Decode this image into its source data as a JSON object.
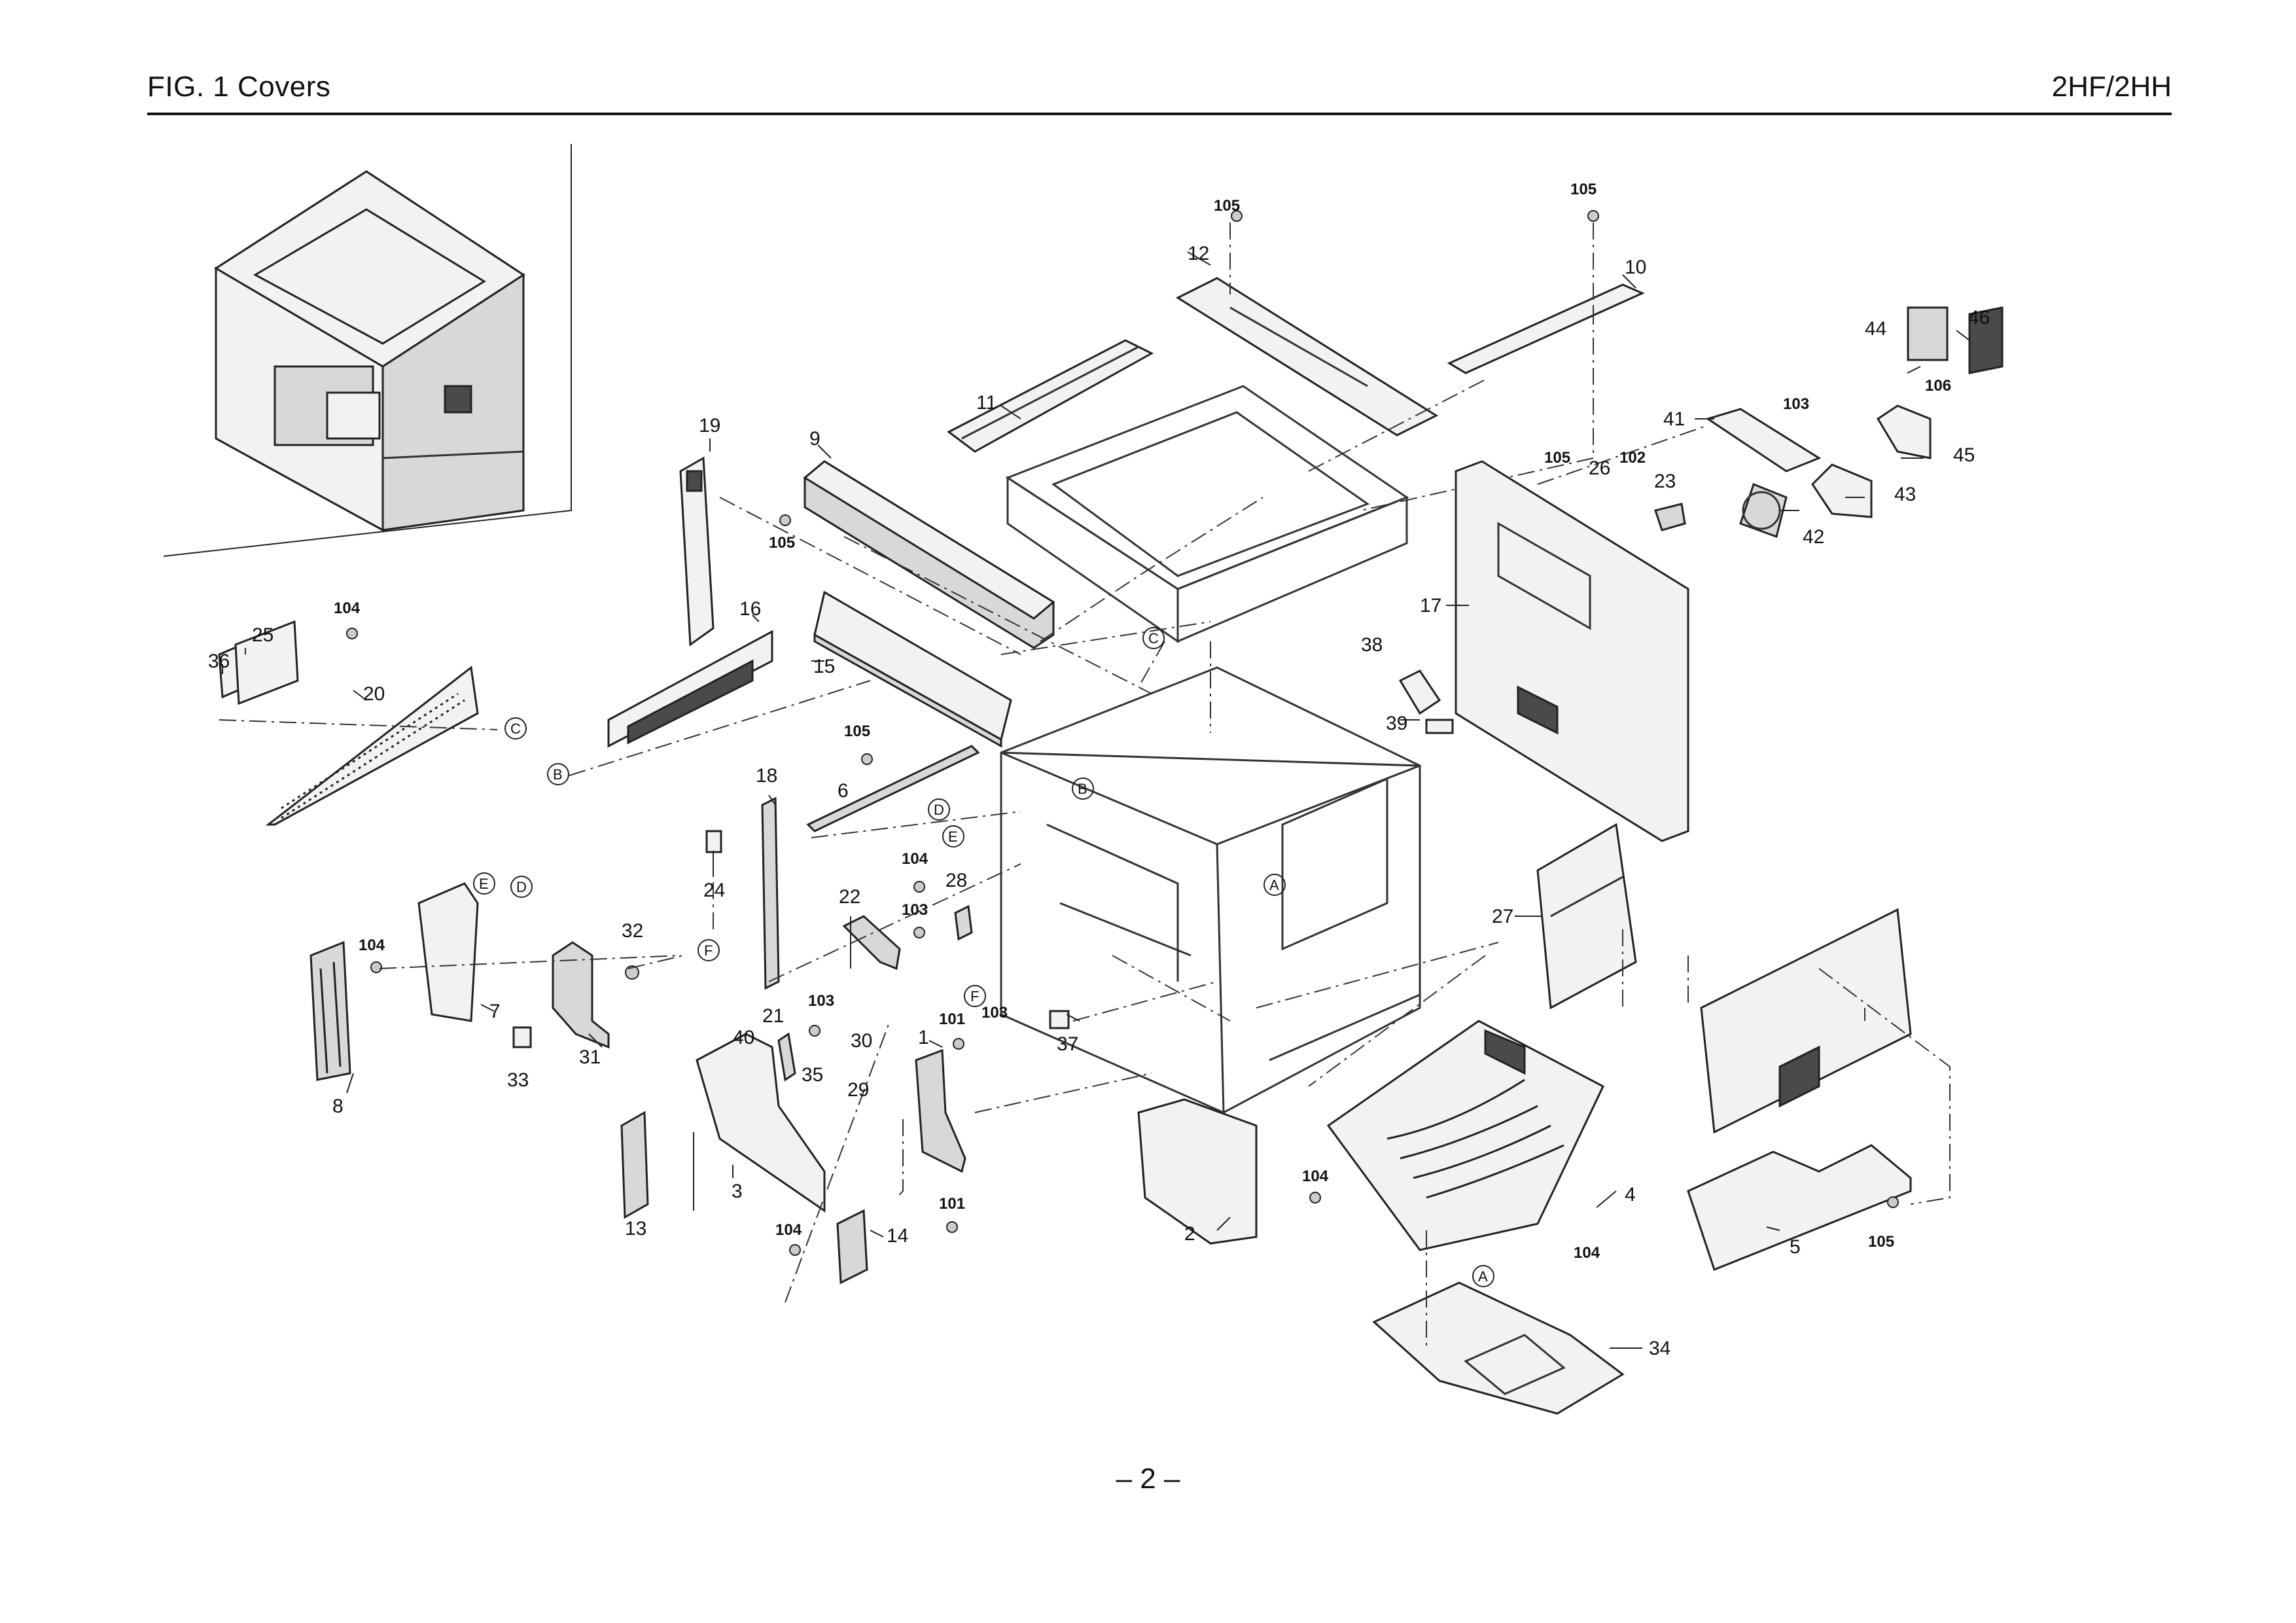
{
  "header": {
    "title": "FIG. 1  Covers",
    "model": "2HF/2HH"
  },
  "footer": {
    "page": "– 2 –"
  },
  "part_numbers": {
    "p1": "1",
    "p2": "2",
    "p3": "3",
    "p4": "4",
    "p5": "5",
    "p6": "6",
    "p7": "7",
    "p8": "8",
    "p9": "9",
    "p10": "10",
    "p11": "11",
    "p12": "12",
    "p13": "13",
    "p14": "14",
    "p15": "15",
    "p16": "16",
    "p17": "17",
    "p18": "18",
    "p19": "19",
    "p20": "20",
    "p21": "21",
    "p22": "22",
    "p23": "23",
    "p24": "24",
    "p25": "25",
    "p26": "26",
    "p27": "27",
    "p28": "28",
    "p29": "29",
    "p30": "30",
    "p31": "31",
    "p32": "32",
    "p33": "33",
    "p34": "34",
    "p35": "35",
    "p36": "36",
    "p37": "37",
    "p38": "38",
    "p39": "39",
    "p40": "40",
    "p41": "41",
    "p42": "42",
    "p43": "43",
    "p44": "44",
    "p45": "45",
    "p46": "46"
  },
  "screw_numbers": {
    "s101": "101",
    "s102": "102",
    "s103": "103",
    "s104": "104",
    "s105": "105",
    "s106": "106"
  },
  "refs": {
    "A": "A",
    "B": "B",
    "C": "C",
    "D": "D",
    "E": "E",
    "F": "F"
  }
}
